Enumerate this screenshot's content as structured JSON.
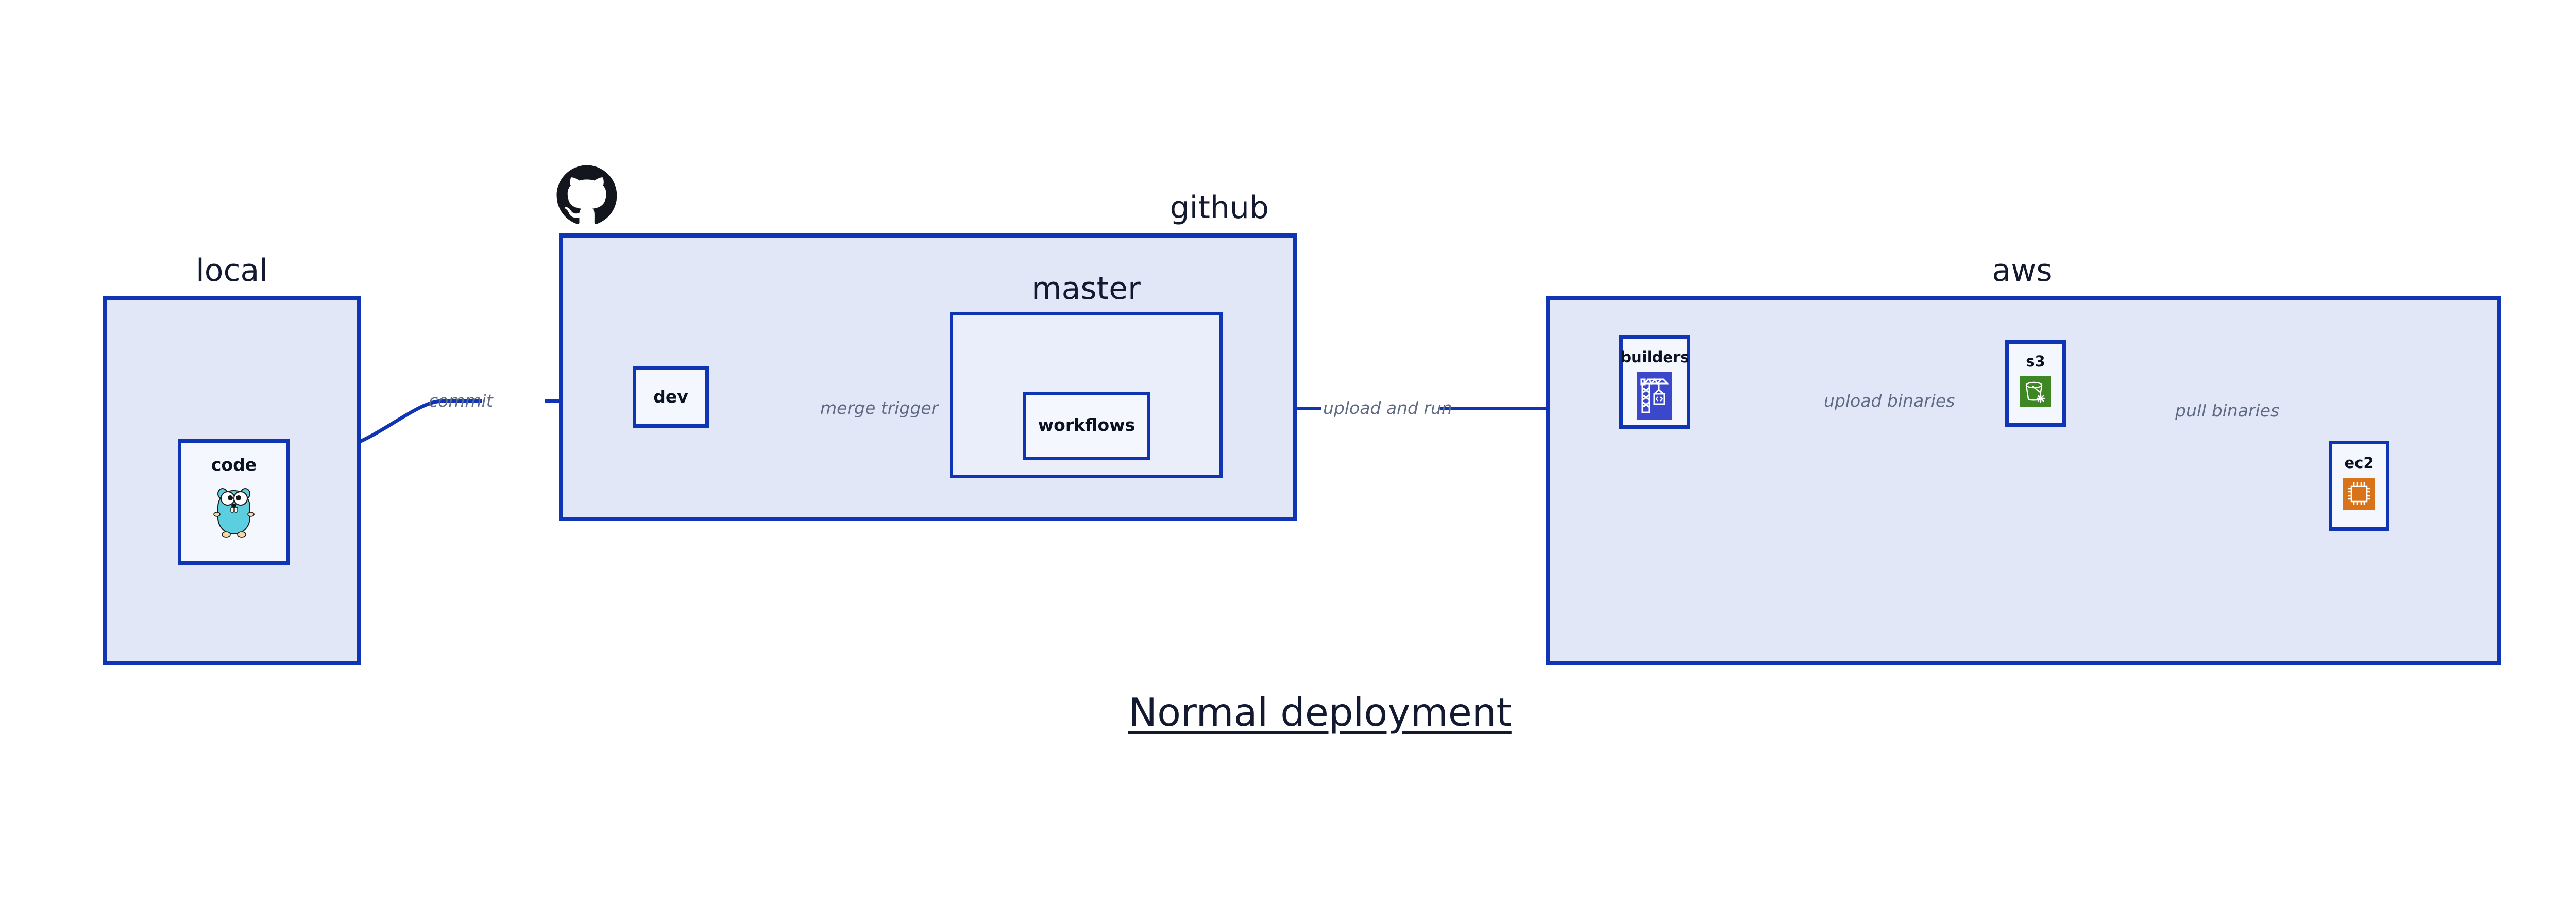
{
  "diagram": {
    "title": "Normal deployment",
    "accent_border": "#0f35b5",
    "cluster_fill": "#e2e7f8",
    "node_fill": "#eaeefb",
    "edge_label_color": "#5f6a84",
    "text_color": "#121931"
  },
  "clusters": [
    {
      "id": "local",
      "label": "local",
      "label_align": "center"
    },
    {
      "id": "github",
      "label": "github",
      "label_align": "right",
      "logo_icon": "github-octocat-icon"
    },
    {
      "id": "master",
      "label": "master",
      "label_align": "center"
    },
    {
      "id": "aws",
      "label": "aws",
      "label_align": "center"
    }
  ],
  "nodes": [
    {
      "id": "code",
      "label": "code",
      "icon": "go-gopher-icon",
      "icon_color": "#5ccfe0",
      "cluster": "local"
    },
    {
      "id": "dev",
      "label": "dev",
      "icon": null,
      "cluster": "github"
    },
    {
      "id": "workflows",
      "label": "workflows",
      "icon": null,
      "cluster": "master"
    },
    {
      "id": "builders",
      "label": "builders",
      "icon": "aws-builders-crane-icon",
      "icon_color": "#3b48cc",
      "cluster": "aws"
    },
    {
      "id": "s3",
      "label": "s3",
      "icon": "aws-s3-bucket-icon",
      "icon_color": "#3f8624",
      "cluster": "aws"
    },
    {
      "id": "ec2",
      "label": "ec2",
      "icon": "aws-ec2-chip-icon",
      "icon_color": "#d9731a",
      "cluster": "aws"
    }
  ],
  "edges": [
    {
      "id": "commit",
      "from": "code",
      "to": "dev",
      "label": "commit"
    },
    {
      "id": "merge-trigger",
      "from": "dev",
      "to": "workflows",
      "label": "merge trigger"
    },
    {
      "id": "upload-and-run",
      "from": "workflows",
      "to": "builders",
      "label": "upload and run"
    },
    {
      "id": "upload-binaries",
      "from": "builders",
      "to": "s3",
      "label": "upload binaries"
    },
    {
      "id": "pull-binaries",
      "from": "s3",
      "to": "ec2",
      "label": "pull binaries"
    }
  ]
}
